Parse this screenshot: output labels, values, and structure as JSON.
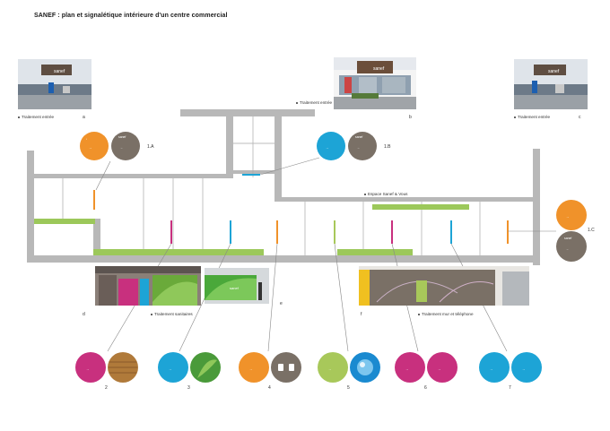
{
  "title": "SANEF : plan et signalétique intérieure d'un centre commercial",
  "captions": {
    "entree_left": "Traitement entrée",
    "entree_center": "Traitement entrée",
    "entree_right": "Traitement entrée",
    "espace": "Espace Sanef & Vous",
    "sanitaires": "Traitement sanitaires",
    "mur": "Traitement mur et téléphone"
  },
  "photo_letters": [
    "a",
    "b",
    "c",
    "d",
    "e",
    "f"
  ],
  "sign_ids": [
    "1.A",
    "1.B",
    "1.C"
  ],
  "sign_numbers": [
    "2",
    "3",
    "4",
    "5",
    "6",
    "7"
  ],
  "logo_text": "sanef",
  "colors": {
    "wall": "#b8b8b8",
    "green": "#9cc85a",
    "orange": "#f0922a",
    "blue": "#1da4d6",
    "magenta": "#c8307e",
    "lime": "#a8c85a",
    "taupe": "#7a7066",
    "line": "#888888"
  }
}
